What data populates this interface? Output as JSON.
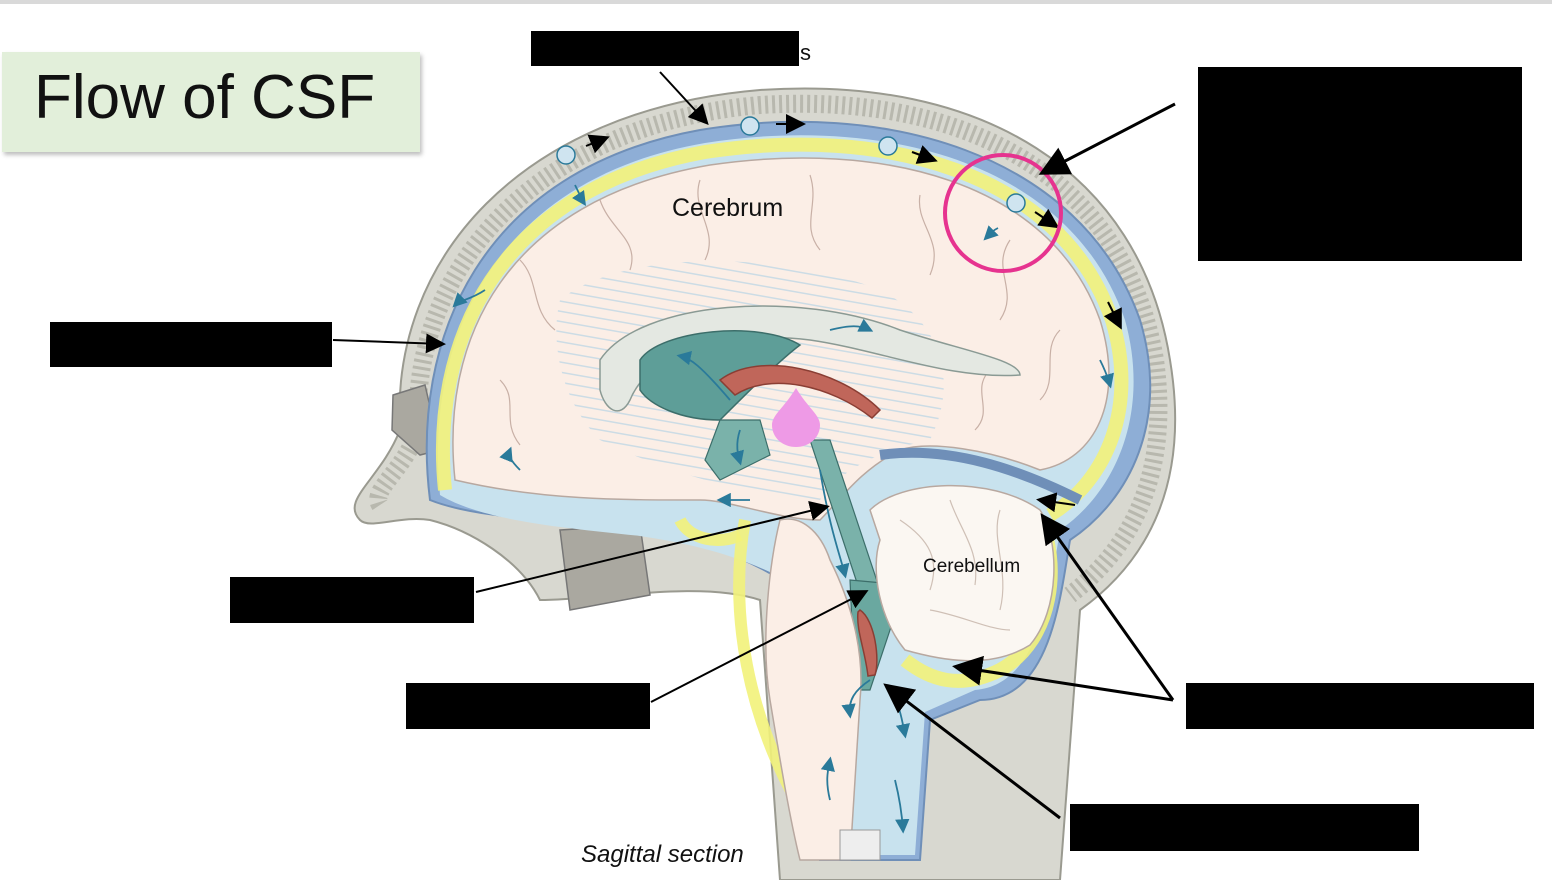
{
  "title": "Flow of CSF",
  "structures": {
    "cerebrum": "Cerebrum",
    "cerebellum": "Cerebellum"
  },
  "caption": "Sagittal section",
  "top_label_fragment": "s",
  "colors": {
    "title_background": "#e2efda",
    "csf_space": "#8eaed6",
    "highlight": "#f2f27a",
    "brain": "#fbeee6",
    "ventricles": "#5e9e98",
    "choroid_plexus": "#c0665a",
    "skull": "#d8d8d0",
    "csf_drop": "#ee9ae6",
    "circle_marker": "#e6338f",
    "label_redaction": "#000000"
  },
  "icons": [
    "csf-drop-icon",
    "flow-arrow-icon",
    "arachnoid-granulation-icon"
  ]
}
